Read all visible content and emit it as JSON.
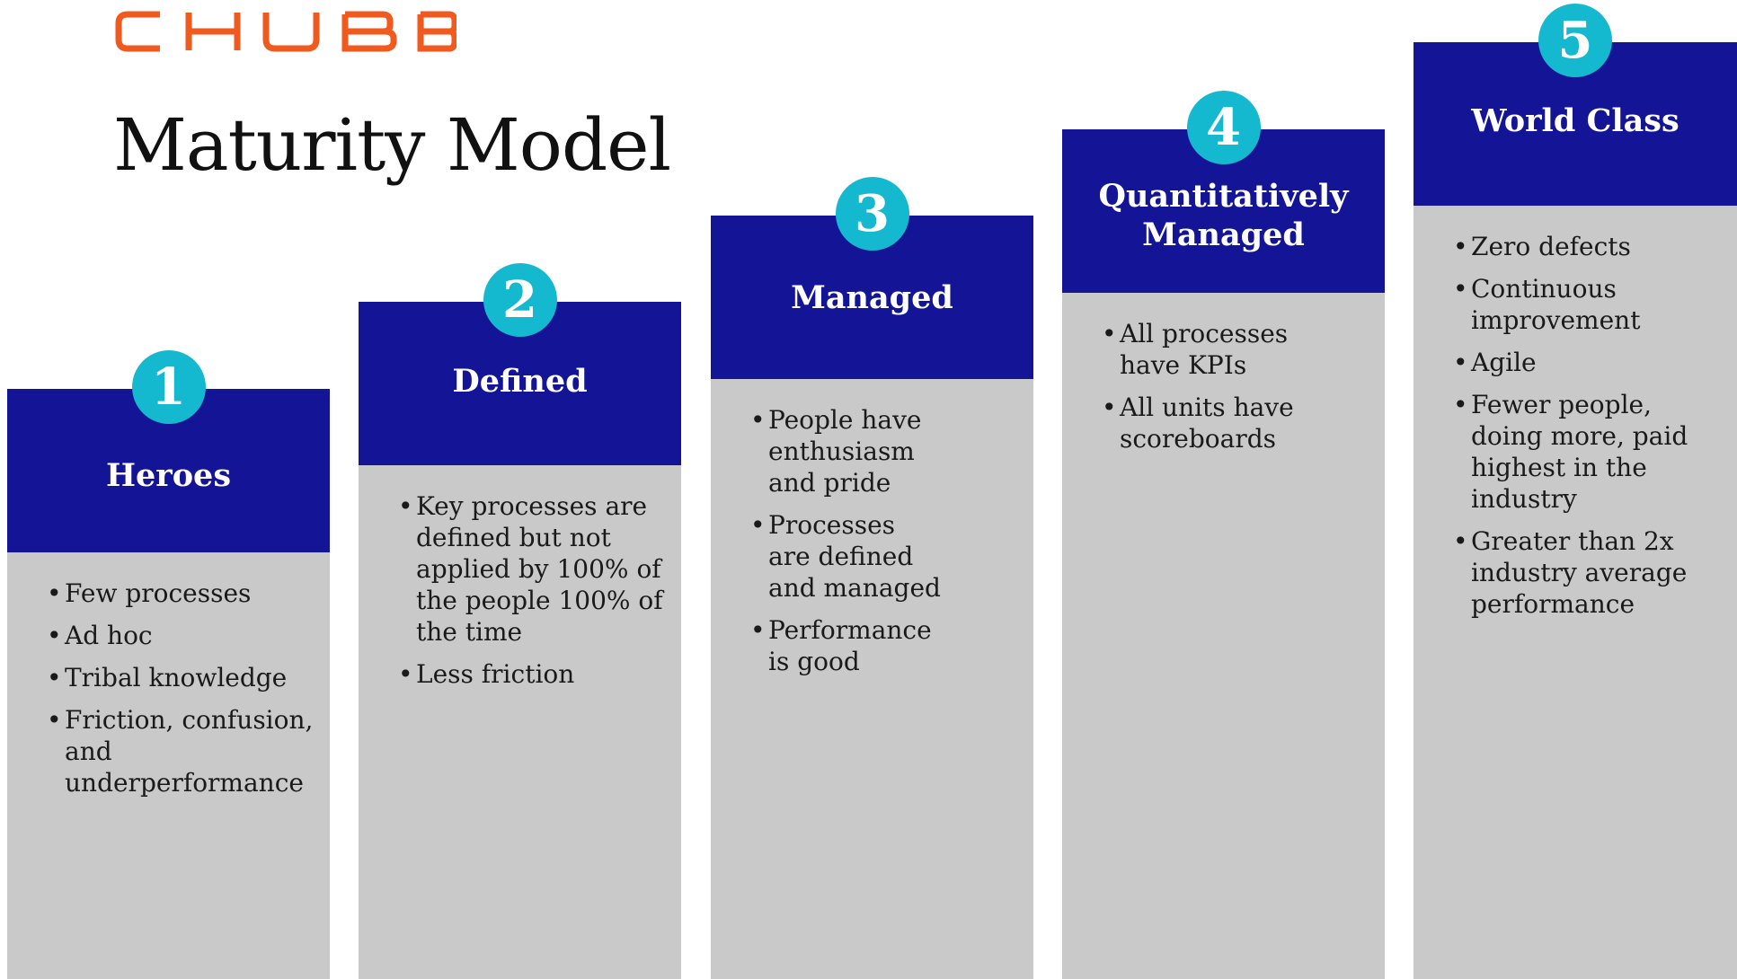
{
  "brand": {
    "name": "CHUBB",
    "color": "#f05a1f"
  },
  "title": "Maturity Model",
  "colors": {
    "header_bg": "#141596",
    "badge_bg": "#14b8cf",
    "body_bg": "#c9c9c9"
  },
  "levels": [
    {
      "number": "1",
      "title": "Heroes",
      "points": [
        "Few processes",
        "Ad hoc",
        "Tribal knowledge",
        "Friction, confusion, and underperformance"
      ]
    },
    {
      "number": "2",
      "title": "Defined",
      "points": [
        "Key processes are defined but not applied by 100% of the people 100% of the time",
        "Less friction"
      ]
    },
    {
      "number": "3",
      "title": "Managed",
      "points": [
        "People have enthusiasm and pride",
        "Processes are defined and managed",
        "Performance is good"
      ]
    },
    {
      "number": "4",
      "title": "Quantitatively Managed",
      "points": [
        "All processes have KPIs",
        "All units have scoreboards"
      ]
    },
    {
      "number": "5",
      "title": "World Class",
      "points": [
        "Zero defects",
        "Continuous improvement",
        "Agile",
        "Fewer people, doing more, paid highest in the industry",
        "Greater than 2x industry average performance"
      ]
    }
  ]
}
